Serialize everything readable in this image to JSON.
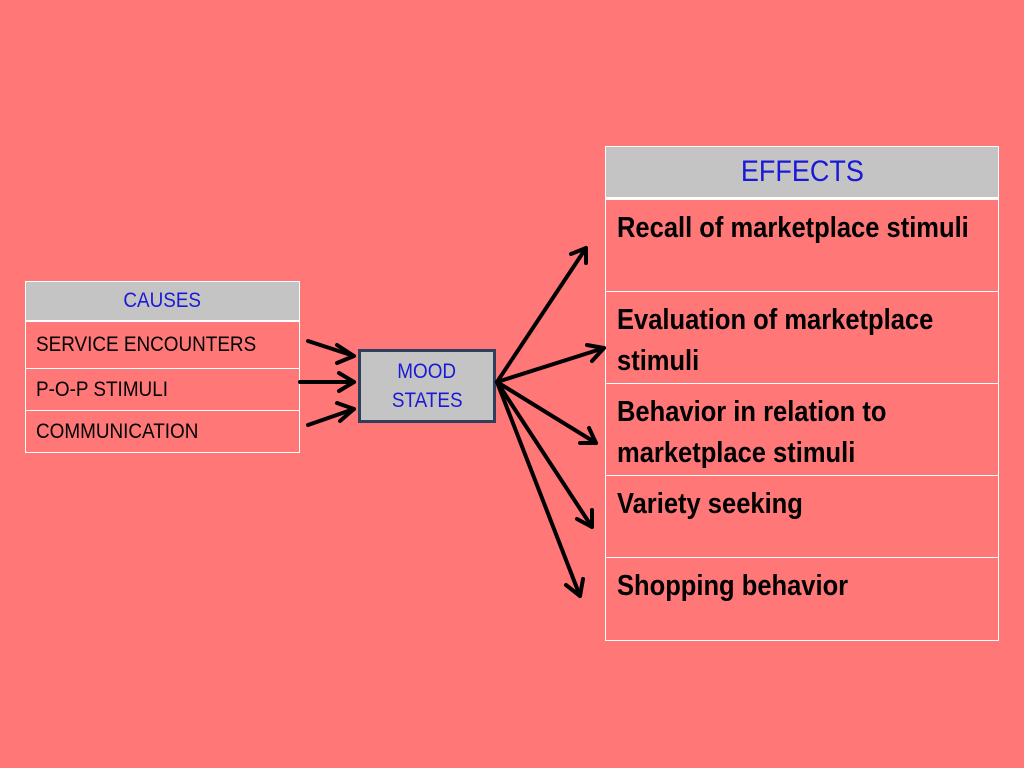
{
  "colors": {
    "background": "#ff7777",
    "header_fill": "#c4c4c4",
    "header_text": "#1a1ad6",
    "box_border": "#2d3f5c",
    "rule": "#ffffff",
    "arrow": "#000000"
  },
  "causes": {
    "header": "CAUSES",
    "items": [
      "SERVICE ENCOUNTERS",
      "P-O-P STIMULI",
      "COMMUNICATION"
    ]
  },
  "mood": {
    "line1": "MOOD",
    "line2": "STATES"
  },
  "effects": {
    "header": "EFFECTS",
    "items": [
      "Recall of marketplace stimuli",
      "Evaluation of marketplace stimuli",
      "Behavior in relation to marketplace stimuli",
      "Variety seeking",
      "Shopping behavior"
    ]
  }
}
